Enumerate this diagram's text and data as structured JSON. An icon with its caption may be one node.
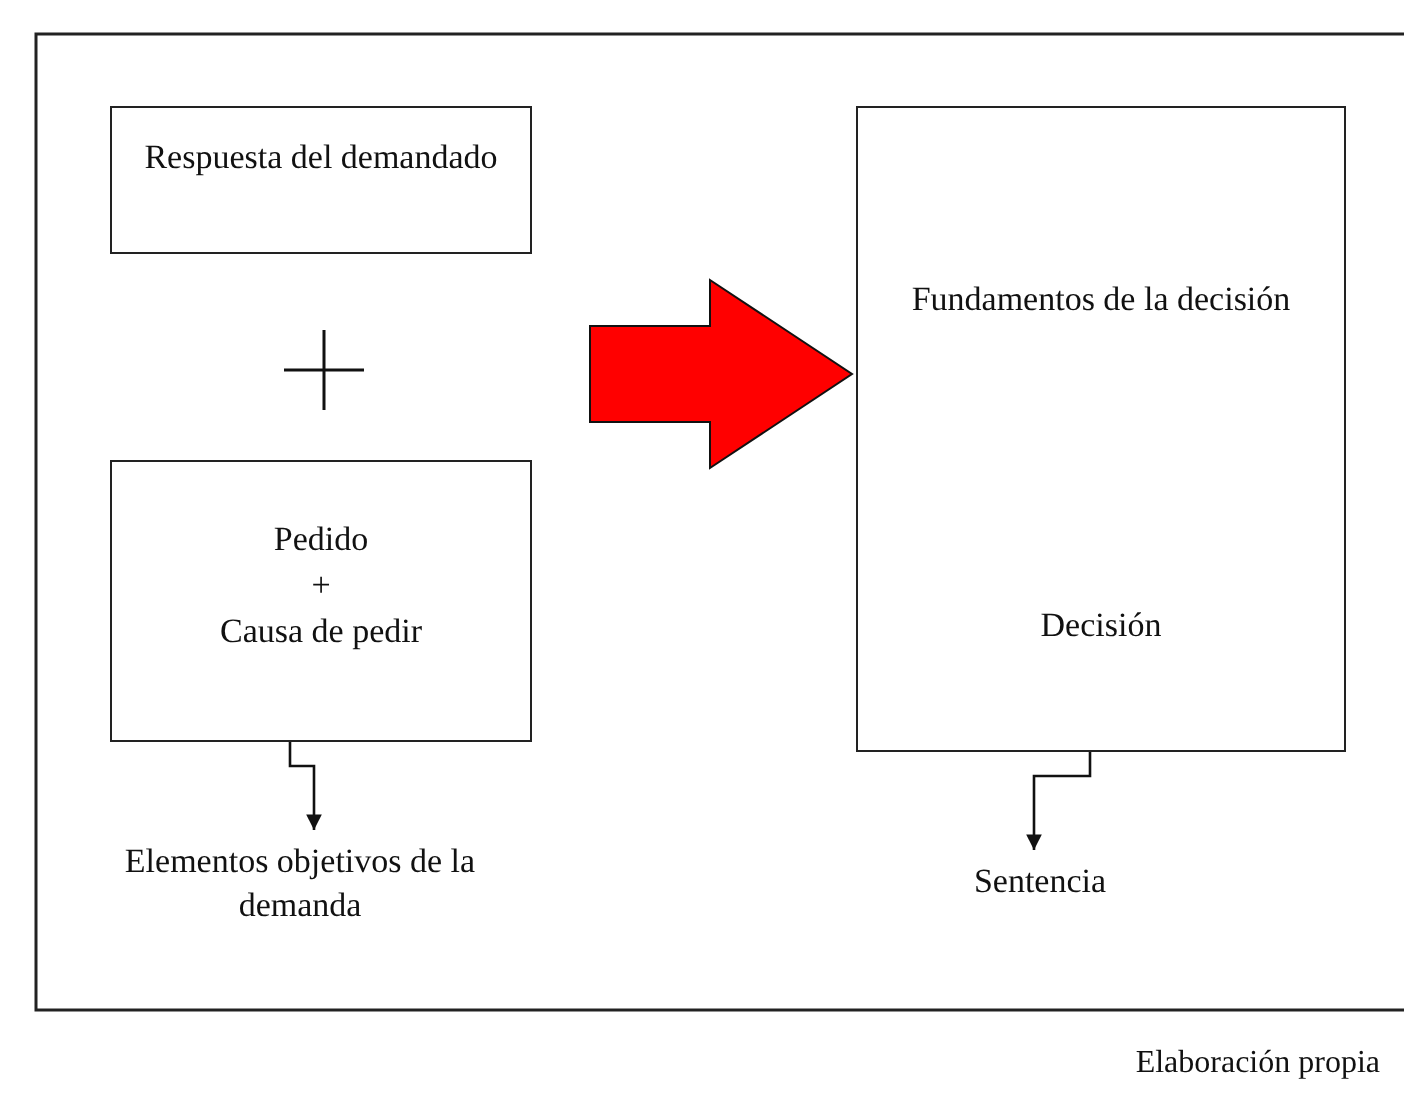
{
  "diagram": {
    "caption": "Elaboración propia",
    "nodes": [
      {
        "text": [
          "Respuesta del demandado"
        ]
      },
      {
        "text": [
          "Pedido",
          "+",
          "Causa de pedir"
        ]
      },
      {
        "text": [
          "Fundamentos de la decisión",
          "Decisión"
        ]
      },
      {
        "text": [
          "Elementos objetivos de la demanda"
        ]
      },
      {
        "text": [
          "Sentencia"
        ]
      }
    ],
    "edges": [
      {
        "from": 1,
        "to": 3,
        "arrow": "to"
      },
      {
        "from": 2,
        "to": 4,
        "arrow": "to"
      },
      {
        "from": null,
        "to": 2,
        "arrow": "to",
        "style": "thick",
        "color": "#ff0000"
      }
    ]
  }
}
